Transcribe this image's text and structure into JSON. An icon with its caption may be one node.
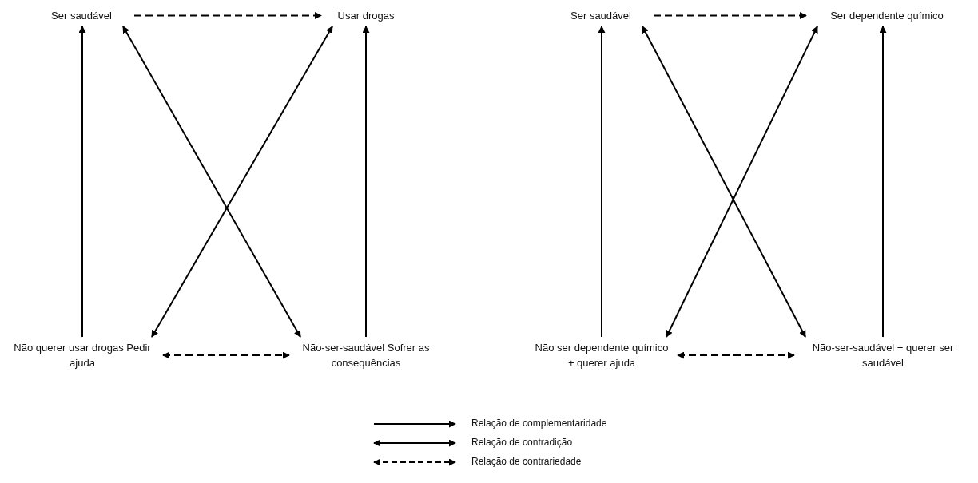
{
  "diagram": {
    "nodes": [
      {
        "text": [
          "Ser saudável"
        ]
      },
      {
        "text": [
          "Usar drogas"
        ]
      },
      {
        "text": [
          "Não querer usar drogas Pedir ajuda"
        ]
      },
      {
        "text": [
          "Não-ser-saudável Sofrer as consequências"
        ]
      },
      {
        "text": [
          "Ser saudável"
        ]
      },
      {
        "text": [
          "Ser dependente químico"
        ]
      },
      {
        "text": [
          "Não ser dependente químico + querer ajuda"
        ]
      },
      {
        "text": [
          "Não-ser-saudável + querer ser saudável"
        ]
      }
    ],
    "edges": [
      {
        "from": 0,
        "to": 1,
        "arrow": "to",
        "style": "dashed"
      },
      {
        "from": 2,
        "to": 0,
        "arrow": "to"
      },
      {
        "from": 2,
        "to": 1,
        "arrow": "both"
      },
      {
        "from": 3,
        "to": 0,
        "arrow": "both"
      },
      {
        "from": 3,
        "to": 1,
        "arrow": "to"
      },
      {
        "from": 2,
        "to": 3,
        "arrow": "both",
        "style": "dashed"
      },
      {
        "from": 4,
        "to": 5,
        "arrow": "to",
        "style": "dashed"
      },
      {
        "from": 6,
        "to": 4,
        "arrow": "to"
      },
      {
        "from": 6,
        "to": 5,
        "arrow": "both"
      },
      {
        "from": 7,
        "to": 4,
        "arrow": "both"
      },
      {
        "from": 7,
        "to": 5,
        "arrow": "to"
      },
      {
        "from": 6,
        "to": 7,
        "arrow": "both",
        "style": "dashed"
      }
    ],
    "legend": [
      {
        "text": "Relação de complementaridade"
      },
      {
        "text": "Relação de contradição"
      },
      {
        "text": "Relação de contrariedade"
      }
    ]
  }
}
